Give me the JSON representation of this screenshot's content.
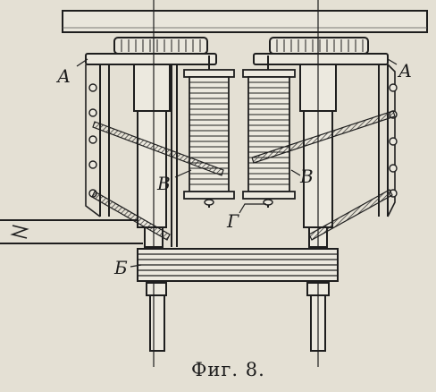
{
  "figure": {
    "caption": "Фиг. 8.",
    "labels": {
      "left_frame": "А",
      "right_frame": "А",
      "left_coil": "В",
      "right_coil": "В",
      "contacts": "Г",
      "bundle": "Б"
    }
  }
}
